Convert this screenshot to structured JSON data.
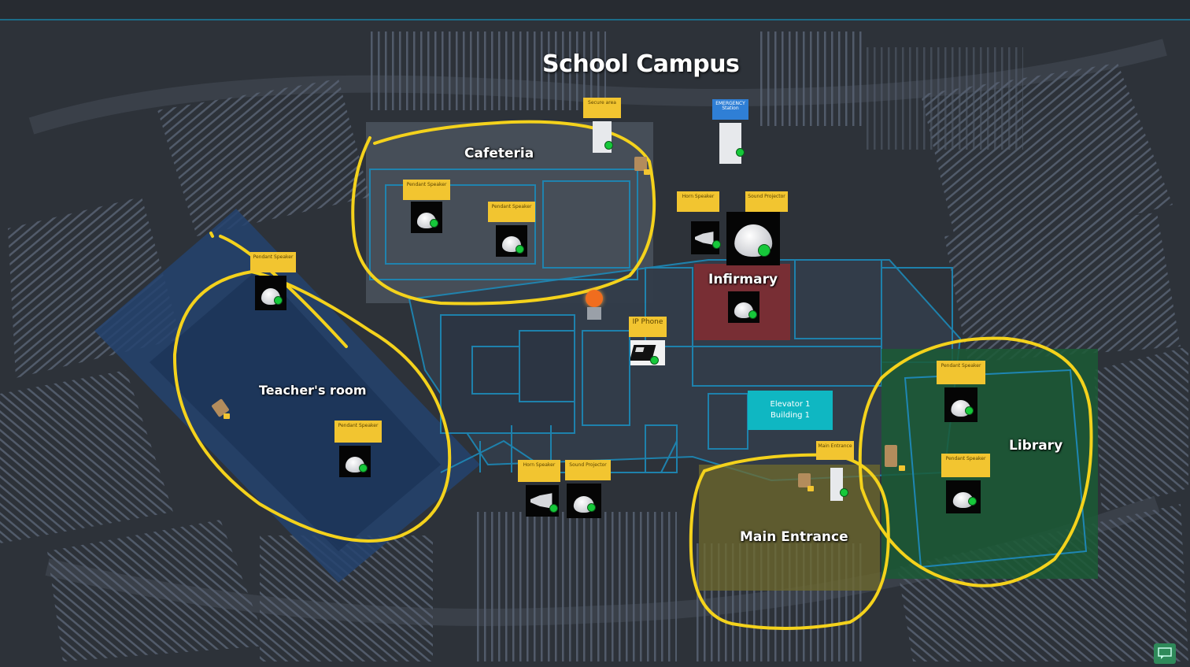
{
  "title": "School Campus",
  "zones": {
    "cafeteria": "Cafeteria",
    "teachers_room": "Teacher's room",
    "infirmary": "Infirmary",
    "library": "Library",
    "main_entrance": "Main Entrance"
  },
  "elevator": {
    "line1": "Elevator 1",
    "line2": "Building 1"
  },
  "devices": {
    "secure_area": "Secure area",
    "emergency_station": "EMERGENCY Station",
    "pendant_speaker": "Pendant Speaker",
    "horn_speaker": "Horn Speaker",
    "sound_projector": "Sound Projector",
    "ip_phone": "IP Phone",
    "main_entrance_device": "Main Entrance"
  },
  "colors": {
    "tag_yellow": "#f2c530",
    "highlight_yellow": "#f4d21c",
    "status_green": "#16c83a",
    "floorplan_cyan": "#1e86b3",
    "emergency_blue": "#2f7fd6",
    "elevator_teal": "#0fb7c2"
  },
  "icons": {
    "pendant_speaker": "pendant-speaker-icon",
    "horn_speaker": "horn-speaker-icon",
    "sound_projector": "sound-projector-icon",
    "ip_phone": "ip-phone-icon",
    "intercom": "intercom-icon",
    "door_lock": "door-lock-icon",
    "alarm": "alarm-icon",
    "chat": "chat-icon"
  }
}
